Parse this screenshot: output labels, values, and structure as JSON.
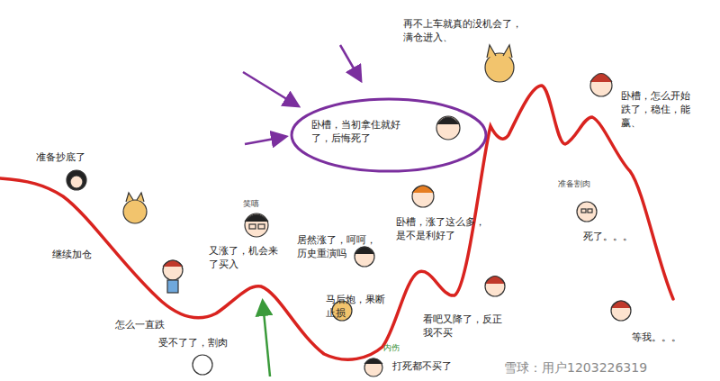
{
  "diagram": {
    "labels": [
      "准备抄底了",
      "继续加仓",
      "怎么一直跌",
      "受不了了，割肉",
      "笑嘻",
      "又涨了，机会来了买入",
      "居然涨了，呵呵，历史重演吗",
      "马后炮，果断止损",
      "内伤",
      "打死都不买了",
      "卧槽，涨了这么多，是不是利好了",
      "卧槽，当初拿住就好了，后悔死了",
      "再不上车就真的没机会了，满仓进入、",
      "卧槽，怎么开始跌了，稳住，能赢、",
      "看吧又降了，反正我不买",
      "准备割肉",
      "死了。。。",
      "等我。。。",
      "雪球：用户1203226319"
    ]
  }
}
